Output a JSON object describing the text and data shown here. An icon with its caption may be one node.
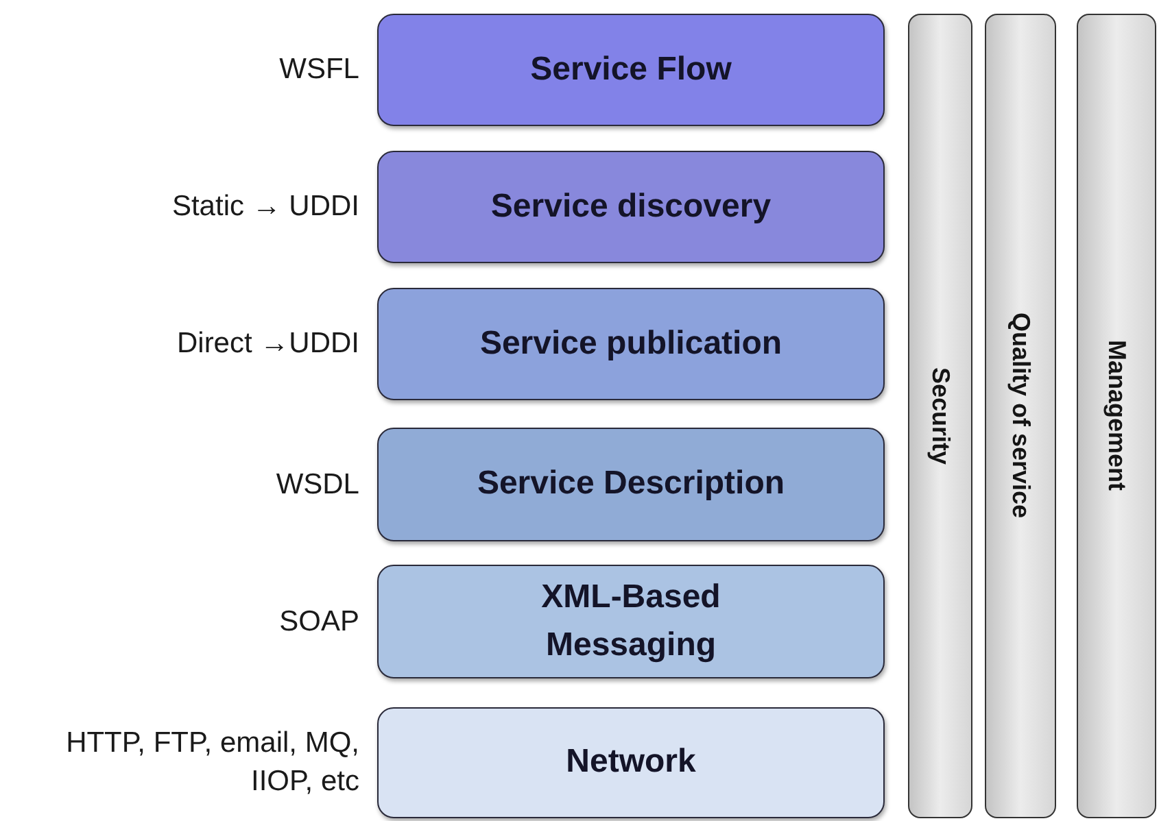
{
  "diagram": {
    "nodes": [
      {
        "text": [
          "Service Flow"
        ],
        "beside": [
          "WSFL"
        ]
      },
      {
        "text": [
          "Service discovery"
        ],
        "beside": [
          "Static → UDDI"
        ]
      },
      {
        "text": [
          "Service publication"
        ],
        "beside": [
          "Direct →UDDI"
        ]
      },
      {
        "text": [
          "Service Description"
        ],
        "beside": [
          "WSDL"
        ]
      },
      {
        "text": [
          "XML-Based Messaging"
        ],
        "beside": [
          "SOAP"
        ]
      },
      {
        "text": [
          "Network"
        ],
        "beside": [
          "HTTP, FTP, email, MQ, IIOP, etc"
        ]
      },
      {
        "text": [
          "Security"
        ]
      },
      {
        "text": [
          "Quality of service"
        ]
      },
      {
        "text": [
          "Management"
        ]
      }
    ]
  }
}
